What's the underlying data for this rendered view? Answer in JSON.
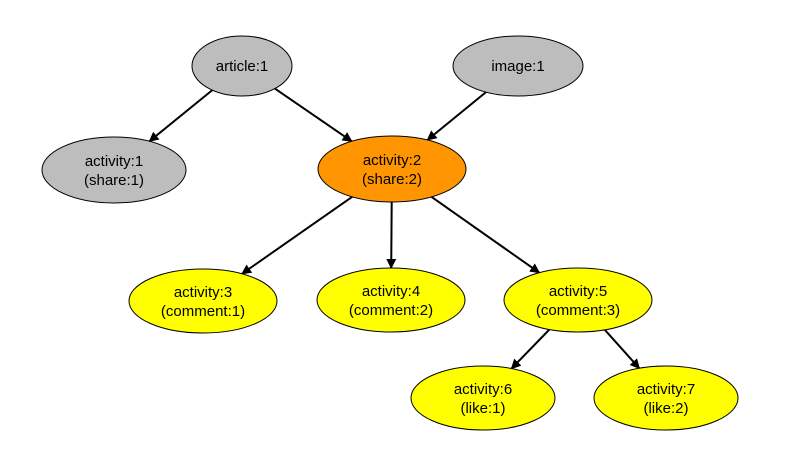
{
  "colors": {
    "gray": "#bdbdbd",
    "orange": "#ff9500",
    "yellow": "#ffff00",
    "stroke": "#000000"
  },
  "nodes": {
    "article_1": {
      "lines": [
        "article:1"
      ],
      "fill": "gray"
    },
    "image_1": {
      "lines": [
        "image:1"
      ],
      "fill": "gray"
    },
    "activity_1": {
      "lines": [
        "activity:1",
        "(share:1)"
      ],
      "fill": "gray"
    },
    "activity_2": {
      "lines": [
        "activity:2",
        "(share:2)"
      ],
      "fill": "orange"
    },
    "activity_3": {
      "lines": [
        "activity:3",
        "(comment:1)"
      ],
      "fill": "yellow"
    },
    "activity_4": {
      "lines": [
        "activity:4",
        "(comment:2)"
      ],
      "fill": "yellow"
    },
    "activity_5": {
      "lines": [
        "activity:5",
        "(comment:3)"
      ],
      "fill": "yellow"
    },
    "activity_6": {
      "lines": [
        "activity:6",
        "(like:1)"
      ],
      "fill": "yellow"
    },
    "activity_7": {
      "lines": [
        "activity:7",
        "(like:2)"
      ],
      "fill": "yellow"
    }
  },
  "edges": [
    {
      "from": "article_1",
      "to": "activity_1"
    },
    {
      "from": "article_1",
      "to": "activity_2"
    },
    {
      "from": "image_1",
      "to": "activity_2"
    },
    {
      "from": "activity_2",
      "to": "activity_3"
    },
    {
      "from": "activity_2",
      "to": "activity_4"
    },
    {
      "from": "activity_2",
      "to": "activity_5"
    },
    {
      "from": "activity_5",
      "to": "activity_6"
    },
    {
      "from": "activity_5",
      "to": "activity_7"
    }
  ]
}
